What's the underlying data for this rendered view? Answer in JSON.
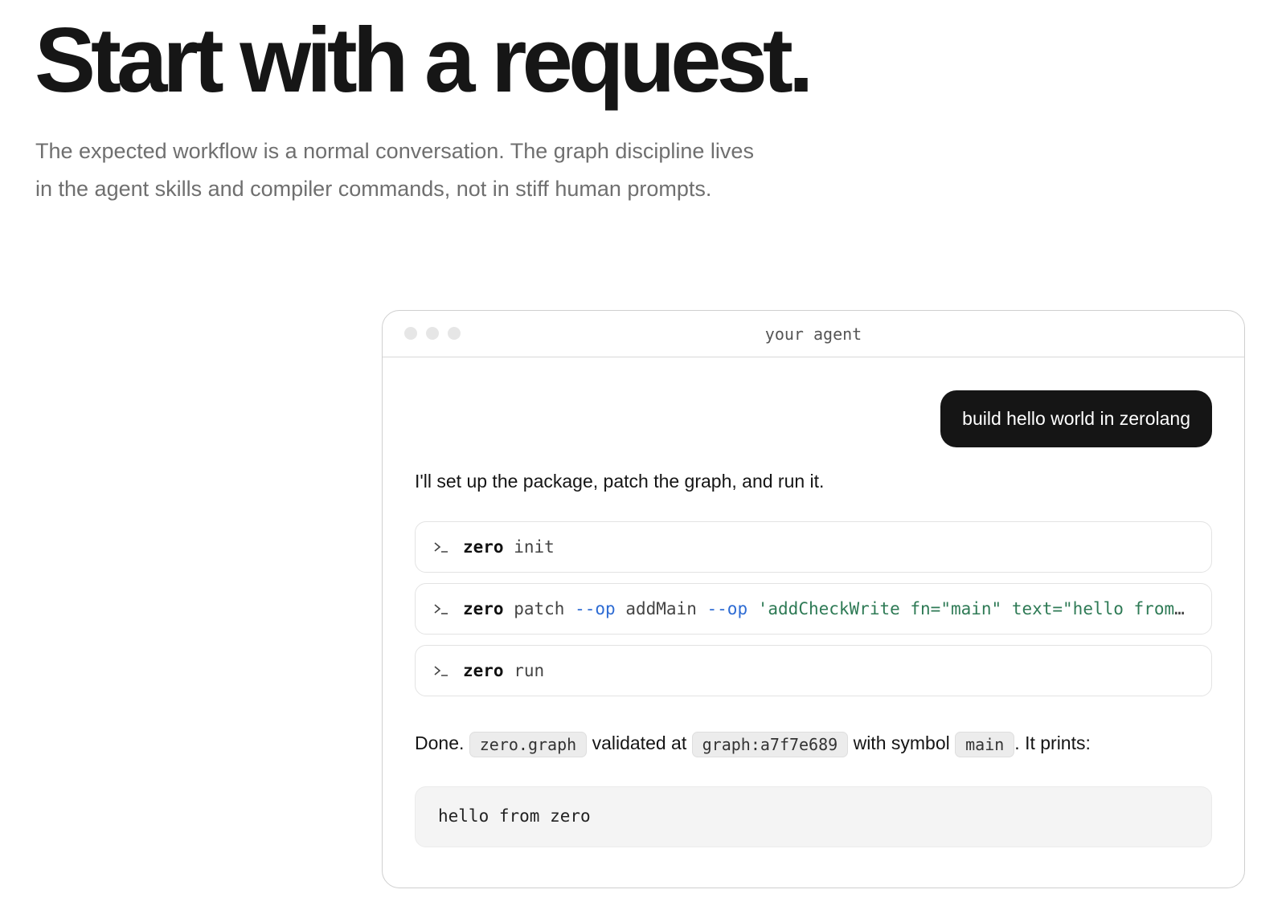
{
  "hero": {
    "title": "Start with a request.",
    "intro": "The expected workflow is a normal conversation. The graph discipline lives in the agent skills and compiler commands, not in stiff human prompts."
  },
  "window": {
    "title": "your agent"
  },
  "chat": {
    "user_message": "build hello world in zerolang",
    "assistant_intro": "I'll set up the package, patch the graph, and run it.",
    "commands": [
      {
        "program": "zero",
        "args": "init"
      },
      {
        "program": "zero",
        "subcommand": "patch",
        "flag1": "--op",
        "value1": "addMain",
        "flag2": "--op",
        "value2": "'addCheckWrite fn=\"main\" text=\"hello from zero\"'"
      },
      {
        "program": "zero",
        "args": "run"
      }
    ],
    "result": {
      "prefix": "Done.",
      "file": "zero.graph",
      "mid1": "validated at",
      "hash": "graph:a7f7e689",
      "mid2": "with symbol",
      "symbol": "main",
      "suffix": ". It prints:"
    },
    "output": "hello from zero"
  },
  "colors": {
    "bubble_bg": "#151515",
    "flag": "#2d6bd3",
    "string": "#2e7a55",
    "muted_text": "#6f6f6f"
  },
  "icons": {
    "command_prompt": "terminal-prompt-icon"
  }
}
